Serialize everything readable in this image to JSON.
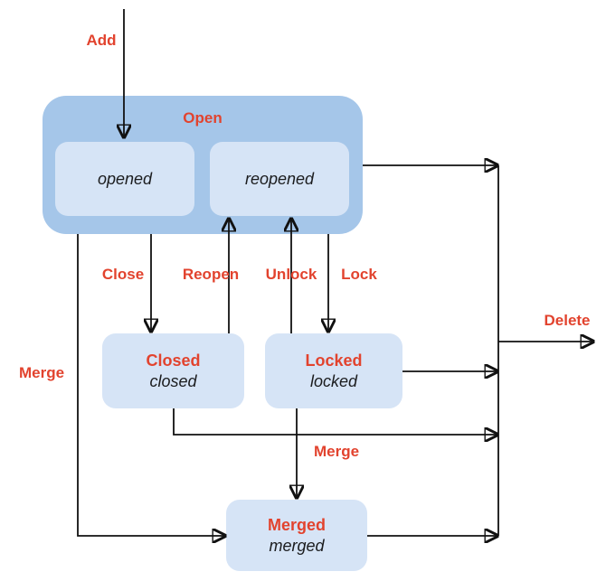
{
  "diagram": {
    "type": "state-transition-diagram",
    "open_group": {
      "label": "Open",
      "states": {
        "opened": "opened",
        "reopened": "reopened"
      }
    },
    "states": {
      "closed": {
        "title": "Closed",
        "subtitle": "closed"
      },
      "locked": {
        "title": "Locked",
        "subtitle": "locked"
      },
      "merged": {
        "title": "Merged",
        "subtitle": "merged"
      }
    },
    "transitions": {
      "add": "Add",
      "close": "Close",
      "reopen": "Reopen",
      "unlock": "Unlock",
      "lock": "Lock",
      "merge_left": "Merge",
      "merge_middle": "Merge",
      "delete": "Delete"
    },
    "colors": {
      "group_fill": "#a5c6e9",
      "state_fill": "#d6e4f6",
      "transition_label": "#e2432e",
      "state_name_text": "#1b1c1e",
      "line": "#111111"
    }
  }
}
